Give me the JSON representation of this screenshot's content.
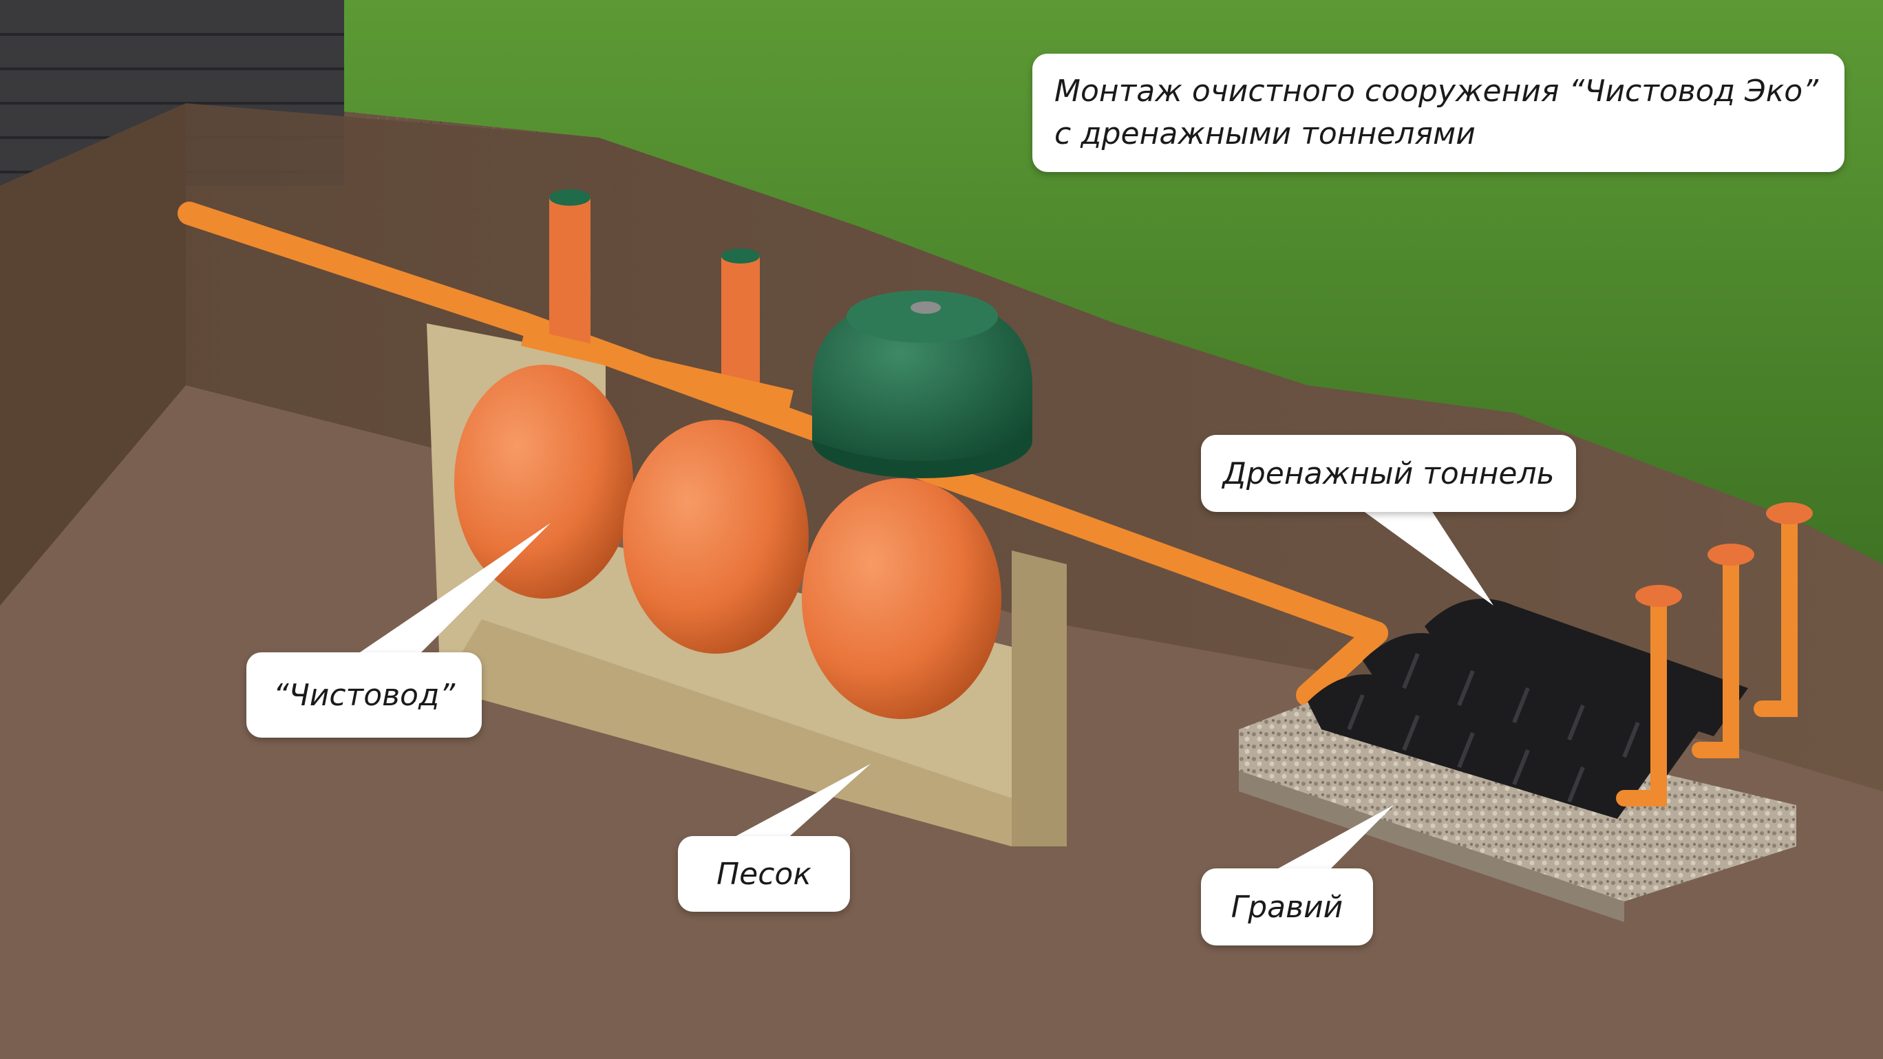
{
  "title": {
    "line1": "Монтаж очистного сооружения “Чистовод Эко”",
    "line2": "с дренажными тоннелями"
  },
  "labels": {
    "chistovod": "“Чистовод”",
    "sand": "Песок",
    "tunnel": "Дренажный тоннель",
    "gravel": "Гравий"
  },
  "colors": {
    "grass": "#4f8a2c",
    "soil": "#6b5444",
    "sand": "#cbb98f",
    "tank_orange": "#e8743a",
    "pipe_orange": "#f08a2e",
    "lid_green": "#1f6b4a",
    "tunnel_black": "#1c1c1e",
    "gravel": "#b8ad9c"
  }
}
